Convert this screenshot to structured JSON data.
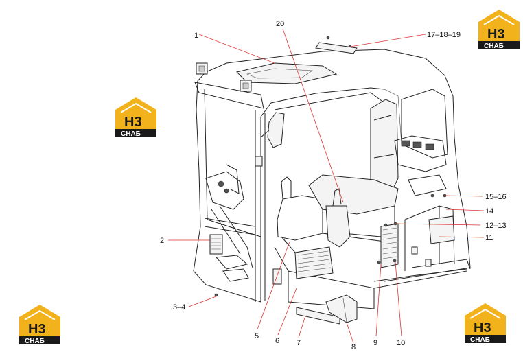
{
  "labels": {
    "l1": "1",
    "l2": "2",
    "l3_4": "3–4",
    "l5": "5",
    "l6": "6",
    "l7": "7",
    "l8": "8",
    "l9": "9",
    "l10": "10",
    "l11": "11",
    "l12_13": "12–13",
    "l14": "14",
    "l15_16": "15–16",
    "l17_18_19": "17–18–19",
    "l20": "20"
  },
  "logo": {
    "letters": "H3",
    "subtext": "CHAБ"
  },
  "colors": {
    "leader": "#dd3333",
    "logo_orange": "#f2b21c",
    "logo_black": "#1a1a1a"
  }
}
